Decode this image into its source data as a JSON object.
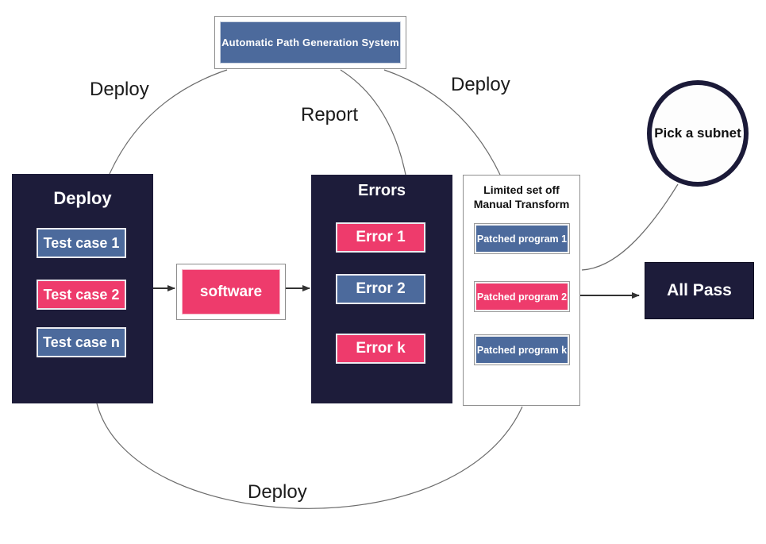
{
  "apgs": {
    "label": "Automatic Path Generation System"
  },
  "edge_labels": {
    "deploy_left": "Deploy",
    "report": "Report",
    "deploy_right": "Deploy",
    "deploy_bottom": "Deploy"
  },
  "deploy_panel": {
    "title": "Deploy",
    "items": [
      {
        "label": "Test case 1",
        "color": "#4c6a9c"
      },
      {
        "label": "Test case 2",
        "color": "#ee3b6c"
      },
      {
        "label": "Test case n",
        "color": "#4c6a9c"
      }
    ]
  },
  "software": {
    "label": "software",
    "color": "#ee3b6c"
  },
  "errors_panel": {
    "title": "Errors",
    "items": [
      {
        "label": "Error 1",
        "color": "#ee3b6c"
      },
      {
        "label": "Error 2",
        "color": "#4c6a9c"
      },
      {
        "label": "Error k",
        "color": "#ee3b6c"
      }
    ]
  },
  "transform_panel": {
    "title_line1": "Limited set off",
    "title_line2": "Manual Transform",
    "items": [
      {
        "label": "Patched program 1",
        "color": "#4c6a9c"
      },
      {
        "label": "Patched program 2",
        "color": "#ee3b6c"
      },
      {
        "label": "Patched program k",
        "color": "#4c6a9c"
      }
    ]
  },
  "all_pass": {
    "label": "All Pass"
  },
  "subnet": {
    "label": "Pick a subnet"
  },
  "colors": {
    "navy": "#1d1c3a",
    "slate": "#4c6a9c",
    "pink": "#ee3b6c",
    "connector": "#6b6b6b",
    "arrow": "#333333"
  }
}
